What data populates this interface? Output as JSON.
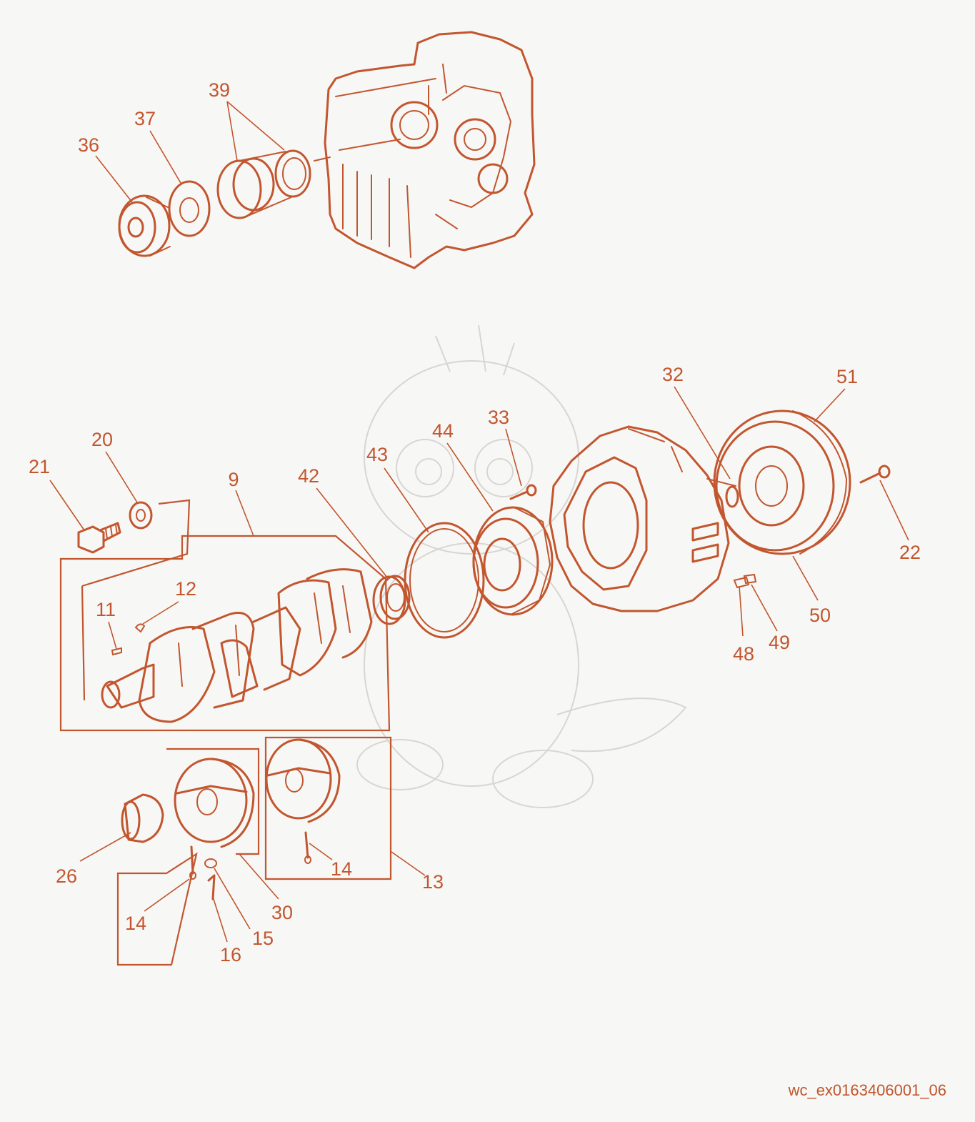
{
  "drawing_id": "wc_ex0163406001_06",
  "ink_color": "#c2562f",
  "background_color": "#f7f7f5",
  "callouts": [
    "36",
    "37",
    "39",
    "21",
    "20",
    "9",
    "42",
    "43",
    "44",
    "33",
    "32",
    "51",
    "22",
    "50",
    "49",
    "48",
    "12",
    "11",
    "26",
    "14",
    "30",
    "15",
    "16",
    "13"
  ]
}
